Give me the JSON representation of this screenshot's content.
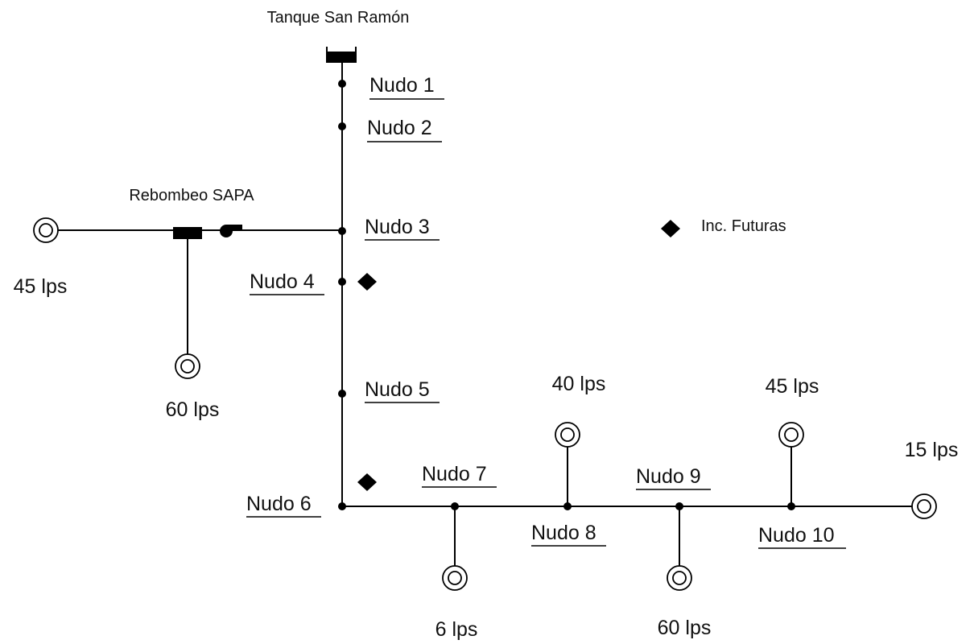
{
  "title": "Tanque San Ramón",
  "rebombeo": "Rebombeo SAPA",
  "legend": {
    "label": "Inc. Futuras"
  },
  "nodes": [
    {
      "label": "Nudo 1"
    },
    {
      "label": "Nudo 2"
    },
    {
      "label": "Nudo 3"
    },
    {
      "label": "Nudo 4"
    },
    {
      "label": "Nudo 5"
    },
    {
      "label": "Nudo 6"
    },
    {
      "label": "Nudo 7"
    },
    {
      "label": "Nudo 8"
    },
    {
      "label": "Nudo 9"
    },
    {
      "label": "Nudo 10"
    }
  ],
  "demands": [
    {
      "label": "45 lps"
    },
    {
      "label": "60 lps"
    },
    {
      "label": "40 lps"
    },
    {
      "label": "45 lps"
    },
    {
      "label": "15 lps"
    },
    {
      "label": "6 lps"
    },
    {
      "label": "60 lps"
    }
  ],
  "colors": {
    "line": "#000000",
    "text": "#111111",
    "background": "#ffffff"
  }
}
